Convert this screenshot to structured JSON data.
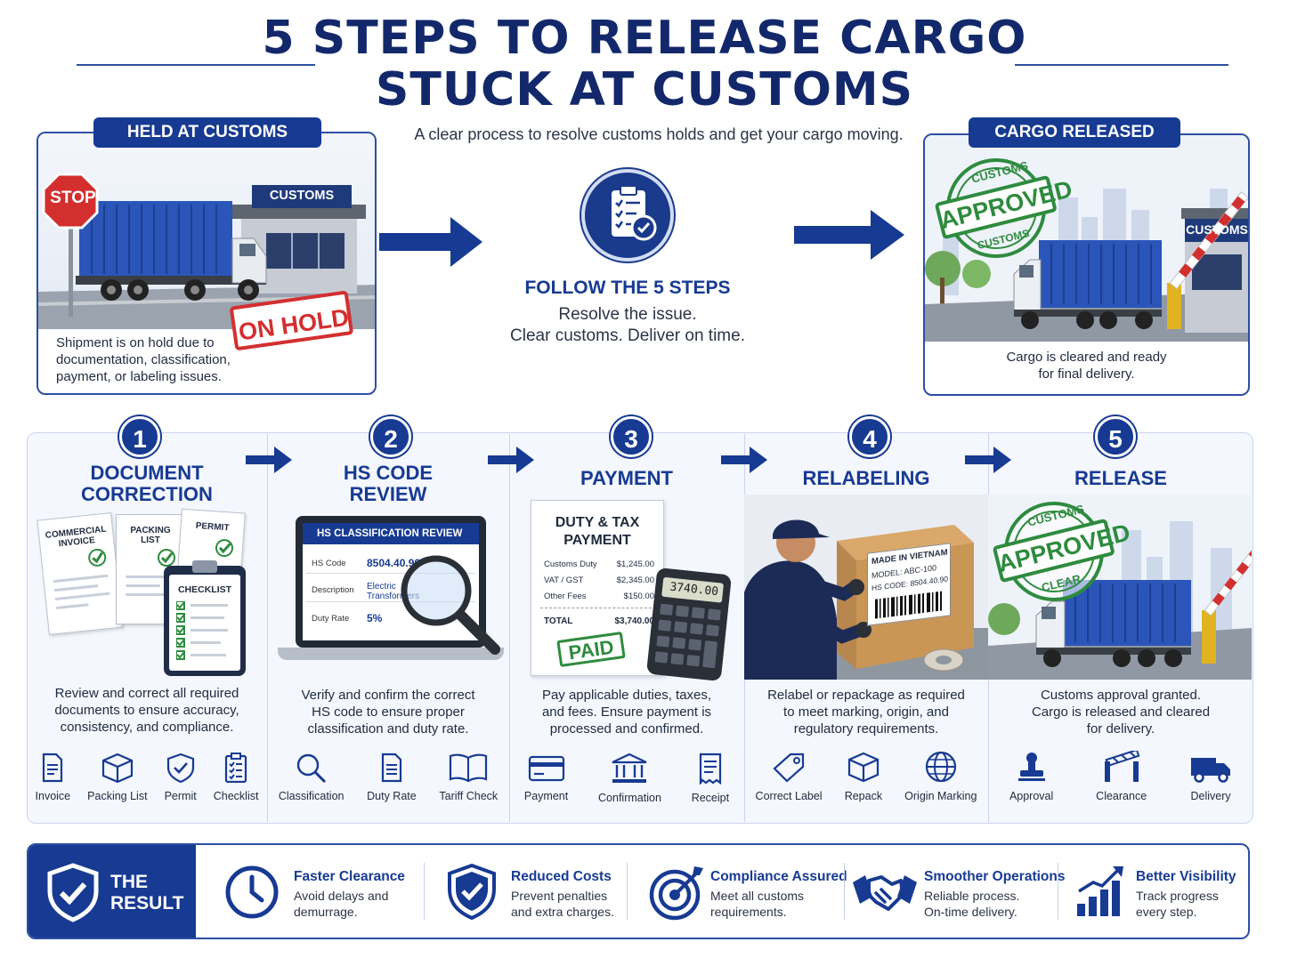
{
  "title": {
    "line1": "5 STEPS TO RELEASE CARGO",
    "line2": "STUCK AT CUSTOMS",
    "subtitle": "A clear process to resolve customs holds and get your cargo moving."
  },
  "held": {
    "tab": "HELD AT CUSTOMS",
    "stop_sign": "STOP",
    "booth_sign": "CUSTOMS",
    "stamp": "ON HOLD",
    "caption_lines": [
      "Shipment is on hold due to",
      "documentation, classification,",
      "payment, or labeling issues."
    ]
  },
  "center": {
    "icon": "clipboard-check-icon",
    "title": "FOLLOW THE 5 STEPS",
    "line1": "Resolve the issue.",
    "line2": "Clear customs. Deliver on time."
  },
  "released": {
    "tab": "CARGO RELEASED",
    "booth_sign": "CUSTOMS",
    "stamp_top": "CUSTOMS",
    "stamp_main": "APPROVED",
    "stamp_bottom": "CUSTOMS",
    "caption_lines": [
      "Cargo is cleared and ready",
      "for final delivery."
    ]
  },
  "steps": [
    {
      "number": "1",
      "title_lines": [
        "DOCUMENT",
        "CORRECTION"
      ],
      "art": {
        "doc1": "COMMERCIAL INVOICE",
        "doc2": "PACKING LIST",
        "doc3": "PERMIT",
        "clipboard": "CHECKLIST"
      },
      "desc_lines": [
        "Review and correct all required",
        "documents to ensure accuracy,",
        "consistency, and compliance."
      ],
      "icons": [
        {
          "icon": "invoice-icon",
          "label": "Invoice"
        },
        {
          "icon": "box-icon",
          "label": "Packing List"
        },
        {
          "icon": "shield-check-icon",
          "label": "Permit"
        },
        {
          "icon": "checklist-icon",
          "label": "Checklist"
        }
      ]
    },
    {
      "number": "2",
      "title_lines": [
        "HS CODE",
        "REVIEW"
      ],
      "art": {
        "screen_header": "HS CLASSIFICATION REVIEW",
        "rows": [
          {
            "label": "HS Code",
            "value": "8504.40.90"
          },
          {
            "label": "Description",
            "value": "Electric Transformers"
          },
          {
            "label": "Duty Rate",
            "value": "5%"
          }
        ]
      },
      "desc_lines": [
        "Verify and confirm the correct",
        "HS code to ensure proper",
        "classification and duty rate."
      ],
      "icons": [
        {
          "icon": "magnifier-icon",
          "label": "Classification"
        },
        {
          "icon": "document-icon",
          "label": "Duty Rate"
        },
        {
          "icon": "open-book-icon",
          "label": "Tariff Check"
        }
      ]
    },
    {
      "number": "3",
      "title_lines": [
        "PAYMENT"
      ],
      "art": {
        "receipt_title_1": "DUTY & TAX",
        "receipt_title_2": "PAYMENT",
        "rows": [
          {
            "label": "Customs Duty",
            "value": "$1,245.00"
          },
          {
            "label": "VAT / GST",
            "value": "$2,345.00"
          },
          {
            "label": "Other Fees",
            "value": "$150.00"
          }
        ],
        "total_label": "TOTAL",
        "total_value": "$3,740.00",
        "stamp": "PAID",
        "calculator": "3740.00"
      },
      "desc_lines": [
        "Pay applicable duties, taxes,",
        "and fees. Ensure payment is",
        "processed and confirmed."
      ],
      "icons": [
        {
          "icon": "credit-card-icon",
          "label": "Payment"
        },
        {
          "icon": "bank-icon",
          "label": "Confirmation"
        },
        {
          "icon": "receipt-icon",
          "label": "Receipt"
        }
      ]
    },
    {
      "number": "4",
      "title_lines": [
        "RELABELING"
      ],
      "art": {
        "label_line1": "MADE IN VIETNAM",
        "label_line2": "MODEL: ABC-100",
        "label_line3": "HS CODE: 8504.40.90"
      },
      "desc_lines": [
        "Relabel or repackage as required",
        "to meet marking, origin, and",
        "regulatory requirements."
      ],
      "icons": [
        {
          "icon": "tag-icon",
          "label": "Correct Label"
        },
        {
          "icon": "box-icon",
          "label": "Repack"
        },
        {
          "icon": "globe-icon",
          "label": "Origin Marking"
        }
      ]
    },
    {
      "number": "5",
      "title_lines": [
        "RELEASE"
      ],
      "art": {
        "stamp_top": "CUSTOMS",
        "stamp_main": "APPROVED",
        "stamp_bottom": "CLEAR"
      },
      "desc_lines": [
        "Customs approval granted.",
        "Cargo is released and cleared",
        "for delivery."
      ],
      "icons": [
        {
          "icon": "rubber-stamp-icon",
          "label": "Approval"
        },
        {
          "icon": "barrier-gate-icon",
          "label": "Clearance"
        },
        {
          "icon": "truck-icon",
          "label": "Delivery"
        }
      ]
    }
  ],
  "result": {
    "label_line1": "THE",
    "label_line2": "RESULT",
    "items": [
      {
        "icon": "clock-icon",
        "title": "Faster Clearance",
        "line1": "Avoid delays and",
        "line2": "demurrage."
      },
      {
        "icon": "shield-check-icon",
        "title": "Reduced Costs",
        "line1": "Prevent penalties",
        "line2": "and extra charges."
      },
      {
        "icon": "target-icon",
        "title": "Compliance Assured",
        "line1": "Meet all customs",
        "line2": "requirements."
      },
      {
        "icon": "handshake-icon",
        "title": "Smoother Operations",
        "line1": "Reliable process.",
        "line2": "On-time delivery."
      },
      {
        "icon": "growth-chart-icon",
        "title": "Better Visibility",
        "line1": "Track progress",
        "line2": "every step."
      }
    ]
  },
  "colors": {
    "navy": "#173a92",
    "title_navy": "#13286b",
    "container_blue": "#2b55b8",
    "stop_red": "#d32f2f",
    "approved_green": "#2e8b3e"
  }
}
